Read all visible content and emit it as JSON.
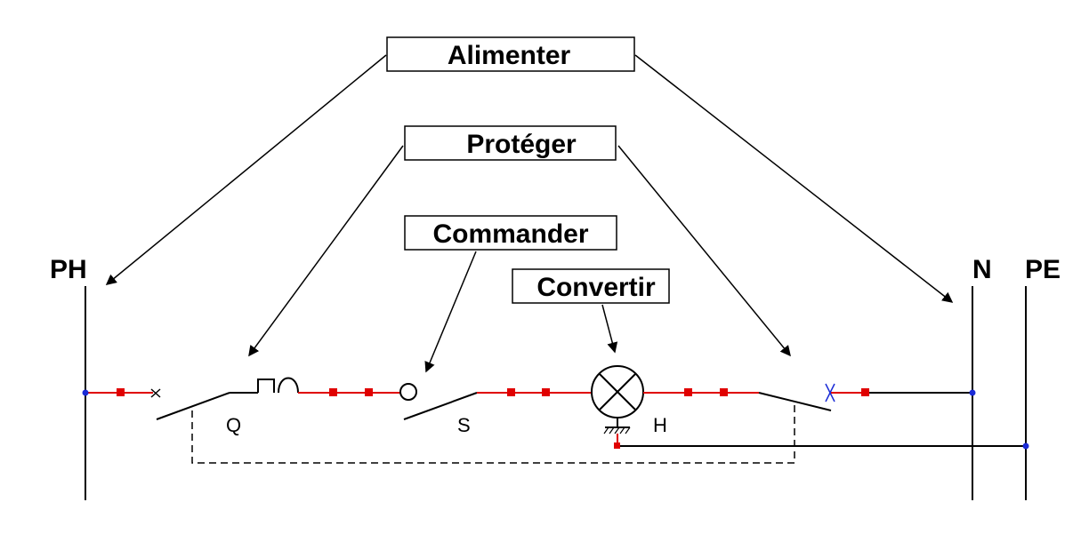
{
  "functions": {
    "alimenter": "Alimenter",
    "proteger": "Protéger",
    "commander": "Commander",
    "convertir": "Convertir"
  },
  "rails": {
    "phase": "PH",
    "neutral": "N",
    "earth": "PE"
  },
  "components": {
    "breaker": "Q",
    "switch": "S",
    "lamp": "H"
  },
  "colors": {
    "wire": "#000000",
    "active_wire": "#e00000",
    "terminal": "#e00000",
    "junction": "#1a2bd6"
  }
}
